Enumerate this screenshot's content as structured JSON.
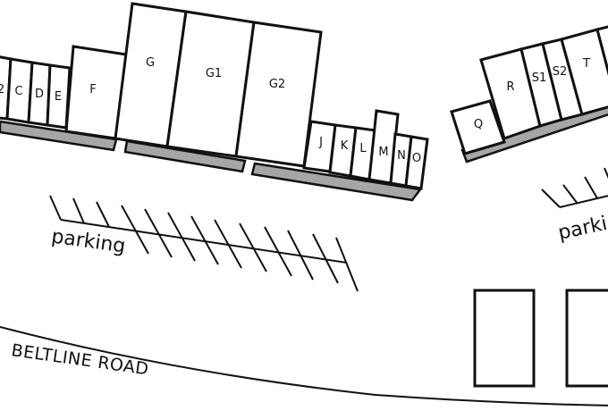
{
  "colors": {
    "highlight": "#19e3ec",
    "apron": "#a6a6a6",
    "outline": "#111111",
    "background": "#ffffff"
  },
  "units": {
    "unit_2": "2",
    "unit_c": "C",
    "unit_d": "D",
    "unit_e": "E",
    "unit_f": "F",
    "unit_g": "G",
    "unit_g1": "G1",
    "unit_g2": "G2",
    "unit_j": "J",
    "unit_k": "K",
    "unit_l": "L",
    "unit_m": "M",
    "unit_n": "N",
    "unit_o": "O",
    "unit_q": "Q",
    "unit_r": "R",
    "unit_s1": "S1",
    "unit_s2": "S2",
    "unit_t": "T"
  },
  "highlighted_unit": "S2",
  "labels": {
    "parking_left": "parking",
    "parking_right": "parki",
    "road": "BELTLINE ROAD"
  }
}
